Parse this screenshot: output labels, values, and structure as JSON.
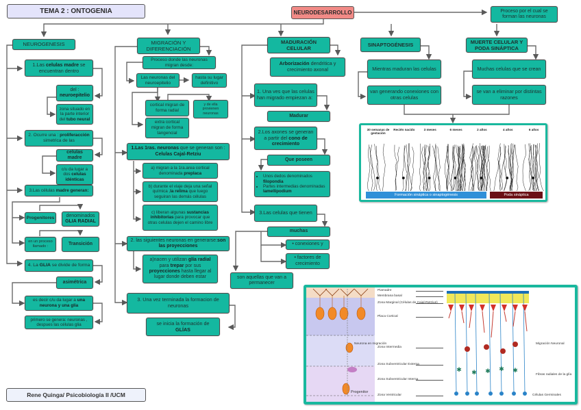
{
  "title": "TEMA 2 : ONTOGENIA",
  "root": {
    "label": "NEURODESARROLLO",
    "definition": "Proceso por el cual se forman las neuronas"
  },
  "footer": "Rene Quinga/ Psicobiología  II /UCM",
  "colors": {
    "node_fill": "#14b8a0",
    "root_fill": "#f18a86",
    "title_fill": "#e4e4fb",
    "border": "#4b4b4b",
    "synapse_bar": "#2f90d8",
    "poda_bar": "#6b1016"
  },
  "neurogenesis": {
    "header": "NEUROGENESIS",
    "n1": {
      "pre": "1.Las ",
      "bold": "celulas madre",
      "post": " se encuentran dentro"
    },
    "n1a": {
      "pre": "del : ",
      "bold": "neuroepitelio"
    },
    "n1b": {
      "pre": "zona situado en la parte interior del ",
      "bold": "tubo neural"
    },
    "n2": {
      "pre": "2. Ocurre una : ",
      "bold": "proliferacción",
      "post": " simetrica  de  las"
    },
    "n2a": "celulas madre",
    "n2b": {
      "pre": "c/u da lugar a dos ",
      "bold": "celulas idénticas"
    },
    "n3": {
      "pre": "3.Las células ",
      "bold": "madre generan:"
    },
    "progenitores": "Progenitores",
    "glia_radial": {
      "pre": "denominados ",
      "bold": "GLIA RADIAL"
    },
    "proceso": "en un proceso llamado :",
    "transicion": "Transición",
    "n4": {
      "pre": "4. La ",
      "bold": "GLIA",
      "post": " se divide de forma"
    },
    "asimetrica": "asimétrica",
    "n4a": {
      "pre": "es decir c/u da lugar a ",
      "bold": "una neurona y una glia"
    },
    "n4b": "primero se genera: neuronas , despues las células glia"
  },
  "migracion": {
    "header": "MIGRACIÓN Y DIFERENCIACIÓN",
    "proceso": "Proceso donde las neuronas migran desde:",
    "neuroepitelio": "Las neuronas del neuroepitelio",
    "hasta": "hasta su lugar definitivo",
    "cortical": "cortical migran de forma radial",
    "de_ella": "y de ella provienen neuronas",
    "extra": "extra cortical migran de forma tangencial",
    "m1": {
      "bold": "1.Las 1ras. neuronas",
      "mid": " que se generan son : ",
      "bold2": "Celulas Cajal-Retziu"
    },
    "m1a": {
      "pre": "a) migran a la 1ra.area cortical denominada ",
      "bold": "preplaca"
    },
    "m1b": {
      "pre": "b) durante el viaje deja una señal química  ,",
      "bold": "la relima",
      "post": " que luego seguiran las demás células"
    },
    "m1c": {
      "pre": "c) liberan algunas ",
      "bold": "sustancias inhibitorias",
      "post": " para provocar que otras celulas dejen el camino libre"
    },
    "m2": {
      "pre": "2. las siguientes neuronas en generarse:",
      "bold": "son las proyecciones"
    },
    "m2a": {
      "pre": "a)nacen y utilizan ",
      "bold": "glía radial",
      "mid": " para ",
      "bold2": "trepar",
      "mid2": " por sus ",
      "bold3": "proyecciones",
      "post": " hasta llegar al lugar donde deben estar"
    },
    "m3": "3. Una vez terminada la formacion de neuronas",
    "m3a": {
      "pre": "se inicia la formación de ",
      "bold": "GLÍAS"
    }
  },
  "maduracion": {
    "header": "MADURACIÓN CELULAR",
    "arborizacion": {
      "bold": "Arborización",
      "post": " dendritica y crecimiento axonal"
    },
    "d1": "1. Una ves que las celulas han migrado empiezan a:",
    "madurar": "Madurar",
    "d2": {
      "pre": "2.Los axones se generan a partir del ",
      "bold": "cono de crecimiento"
    },
    "que_poseen": "Que poseen",
    "bullets": [
      {
        "pre": "Unos dedos denominados ",
        "bold": "filopondia"
      },
      {
        "pre": "Partes intermedias denominadas ",
        "bold": "lamellipodium"
      }
    ],
    "d3": "3.Las celulas que tienen",
    "muchas": "muchas",
    "conexiones": "•  conexiones y",
    "factores": "• factores de crecimiento",
    "permanecer": "son aquellas que van a permanecer"
  },
  "sinaptogenesis": {
    "header": "SINAPTOGÉNESIS",
    "s1": "Mientras maduran las celulas",
    "s2": "van generando conexiones con otras celulas"
  },
  "muerte": {
    "header": "MUERTE CELULAR Y PODA SINÁPTICA",
    "p1": "Muchas celulas que se crean",
    "p2": "se van a eliminar  por distintas razones"
  },
  "synapse_figure": {
    "columns": [
      "30 semanas de gestación",
      "Recién nacido",
      "3 meses",
      "6 meses",
      "2 años",
      "4 años",
      "6 años"
    ],
    "bar_synapse": "Formación sináptica o sinaptogénesis",
    "bar_poda": "Poda sináptica"
  },
  "cortex_figure": {
    "left_labels": [
      "Neurona en migración",
      "Progenitor"
    ],
    "zones": [
      "Piamadre",
      "Membrana basal",
      "Zona Marginal (Células de Cajal-Retzius)",
      "Placa Cortical",
      "Zona Intermedia",
      "Zona Subventricular Externa",
      "Zona Subventricular Interna",
      "Zona Ventricular"
    ],
    "right_labels": [
      "Migración Neuronal",
      "Fibras radiales de la glía",
      "Células Germinales"
    ]
  }
}
